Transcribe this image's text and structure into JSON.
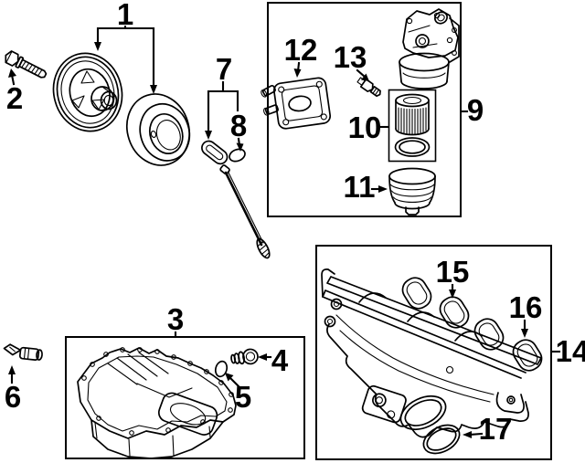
{
  "diagram": {
    "background_color": "#ffffff",
    "line_color": "#000000",
    "callouts": {
      "c1": "1",
      "c2": "2",
      "c3": "3",
      "c4": "4",
      "c5": "5",
      "c6": "6",
      "c7": "7",
      "c8": "8",
      "c9": "9",
      "c10": "10",
      "c11": "11",
      "c12": "12",
      "c13": "13",
      "c14": "14",
      "c15": "15",
      "c16": "16",
      "c17": "17"
    }
  }
}
